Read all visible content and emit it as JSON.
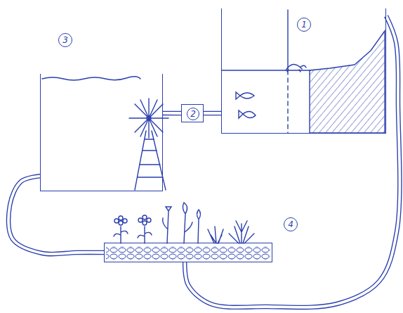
{
  "diagram": {
    "nodes": [
      {
        "text": [
          "1"
        ]
      },
      {
        "text": [
          "2"
        ]
      },
      {
        "text": [
          "3"
        ]
      },
      {
        "text": [
          "4"
        ]
      }
    ],
    "edges": [
      {
        "from": 0,
        "to": 1,
        "arrow": "none"
      },
      {
        "from": 1,
        "to": 2,
        "arrow": "none"
      },
      {
        "from": 2,
        "to": 3,
        "arrow": "none"
      },
      {
        "from": 3,
        "to": 0,
        "arrow": "none"
      }
    ]
  }
}
